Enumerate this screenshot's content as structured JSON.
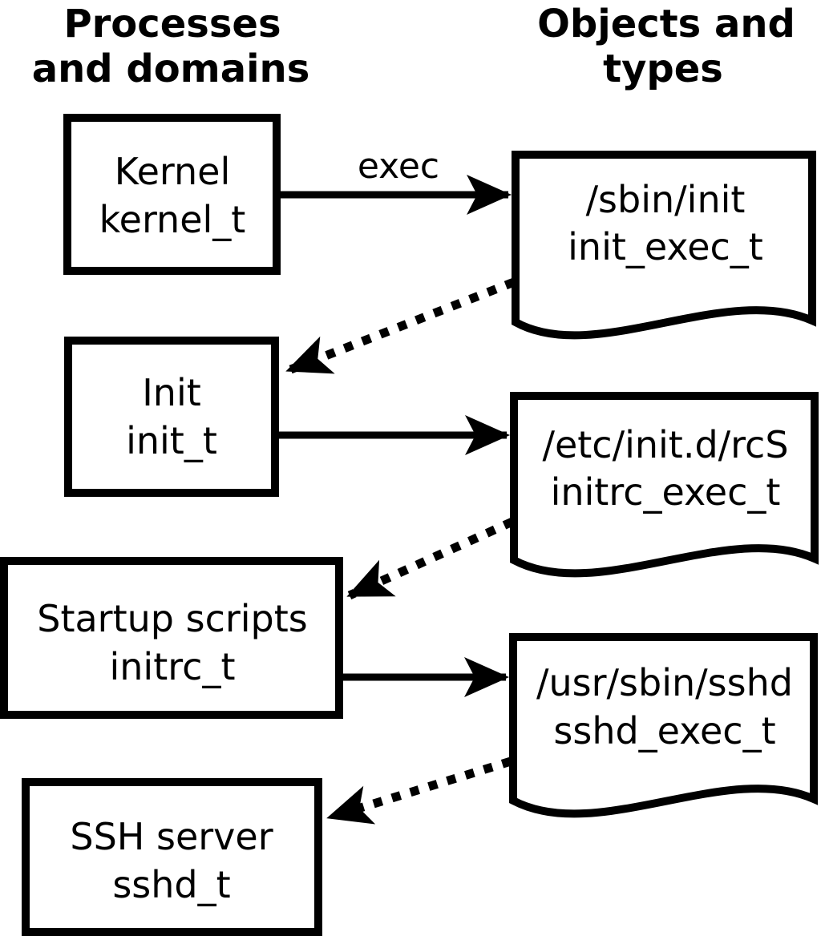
{
  "headings": {
    "left": {
      "line1": "Processes",
      "line2": "and domains"
    },
    "right": {
      "line1": "Objects and",
      "line2": "types"
    }
  },
  "processes": [
    {
      "name": "Kernel",
      "domain": "kernel_t"
    },
    {
      "name": "Init",
      "domain": "init_t"
    },
    {
      "name": "Startup scripts",
      "domain": "initrc_t"
    },
    {
      "name": "SSH server",
      "domain": "sshd_t"
    }
  ],
  "objects": [
    {
      "path": "/sbin/init",
      "type": "init_exec_t"
    },
    {
      "path": "/etc/init.d/rcS",
      "type": "initrc_exec_t"
    },
    {
      "path": "/usr/sbin/sshd",
      "type": "sshd_exec_t"
    }
  ],
  "labels": {
    "exec": "exec"
  },
  "colors": {
    "ink": "#000000",
    "paper": "#ffffff"
  }
}
